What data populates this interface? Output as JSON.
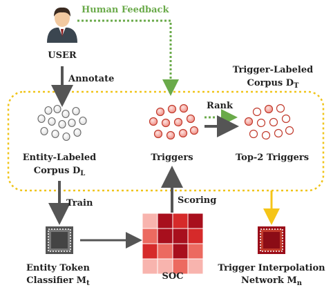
{
  "user": {
    "label": "USER",
    "icon": "user-avatar-icon"
  },
  "feedback": {
    "label": "Human Feedback",
    "color": "#6aaa4a"
  },
  "steps": {
    "annotate": "Annotate",
    "train": "Train",
    "scoring": "Scoring",
    "rank": "Rank"
  },
  "corpora": {
    "trigger_labeled_line1": "Trigger-Labeled",
    "trigger_labeled_line2": "Corpus D",
    "trigger_labeled_sub": "T",
    "entity_labeled_line1": "Entity-Labeled",
    "entity_labeled_line2": "Corpus D",
    "entity_labeled_sub": "L"
  },
  "nodes": {
    "triggers": "Triggers",
    "top2": "Top-2 Triggers",
    "soc": "SOC",
    "classifier_line1": "Entity Token",
    "classifier_line2": "Classifier M",
    "classifier_sub": "t",
    "network_line1": "Trigger Interpolation",
    "network_line2": "Network M",
    "network_sub": "n"
  },
  "colors": {
    "dashed_box": "#f0c419",
    "trigger_fill": "#f4a6a0",
    "trigger_stroke": "#c0392b",
    "arrow_dark": "#555555",
    "arrow_yellow": "#f5c518",
    "classifier": "#555555",
    "network": "#9b0e1a"
  },
  "soc_heatmap": [
    [
      1,
      4,
      3,
      4
    ],
    [
      2,
      4,
      4,
      3
    ],
    [
      3,
      2,
      4,
      2
    ],
    [
      1,
      1,
      2,
      1
    ]
  ]
}
